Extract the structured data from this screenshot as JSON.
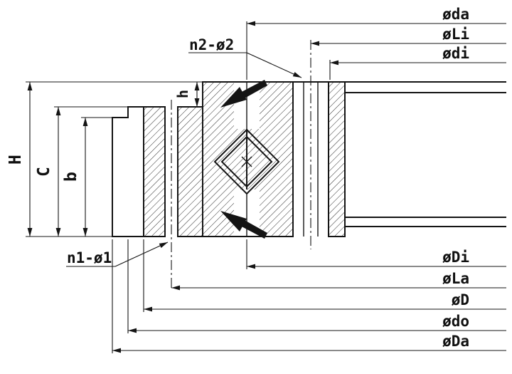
{
  "drawing": {
    "type": "slewing-bearing-cross-section",
    "background": "#ffffff",
    "line_color": "#141414",
    "dimensions": {
      "overall_height": "H",
      "outer_ring_height": "C",
      "ring_width": "b",
      "step_height": "h"
    },
    "hole_callouts": {
      "inner_ring_holes": "n2-ø2",
      "outer_ring_holes": "n1-ø1"
    },
    "diameters_top": [
      {
        "label": "øda"
      },
      {
        "label": "øLi"
      },
      {
        "label": "ødi"
      }
    ],
    "diameters_bottom": [
      {
        "label": "øDi"
      },
      {
        "label": "øLa"
      },
      {
        "label": "øD"
      },
      {
        "label": "ødo"
      },
      {
        "label": "øDa"
      }
    ]
  }
}
